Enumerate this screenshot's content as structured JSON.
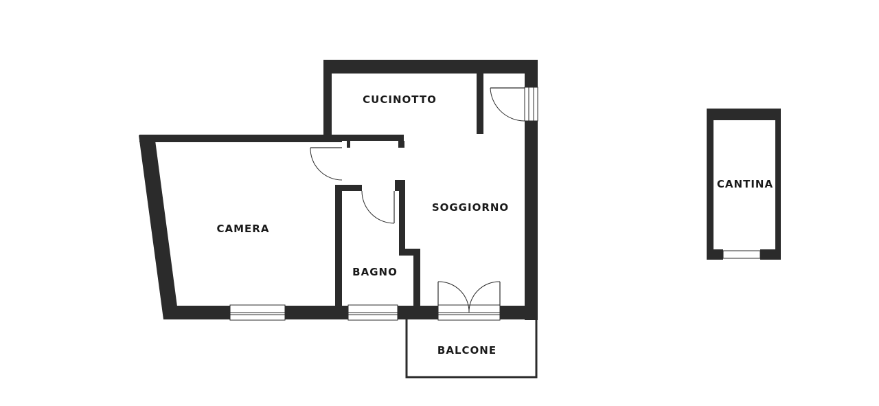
{
  "rooms": {
    "cucinotto": "CUCINOTTO",
    "camera": "CAMERA",
    "soggiorno": "SOGGIORNO",
    "bagno": "BAGNO",
    "balcone": "BALCONE",
    "cantina": "CANTINA"
  },
  "colors": {
    "wall": "#2b2b2b",
    "background": "#ffffff"
  }
}
